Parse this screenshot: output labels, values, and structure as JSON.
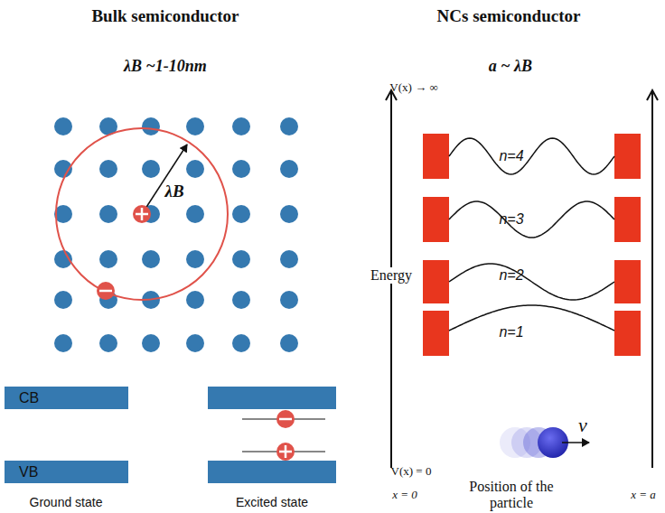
{
  "diagram": {
    "nodes": [
      {
        "text": [
          "CB"
        ]
      },
      {
        "text": [
          "VB"
        ]
      }
    ],
    "labels": [
      "Bulk semiconductor",
      "NCs semiconductor",
      "λB ~1-10nm",
      "a ~ λB",
      "λB",
      "Ground state",
      "Excited state",
      "V(x) → ∞",
      "Energy",
      "n=4",
      "n=3",
      "n=2",
      "n=1",
      "v",
      "V(x) = 0",
      "x = 0",
      "Position of the particle",
      "x = a"
    ]
  }
}
